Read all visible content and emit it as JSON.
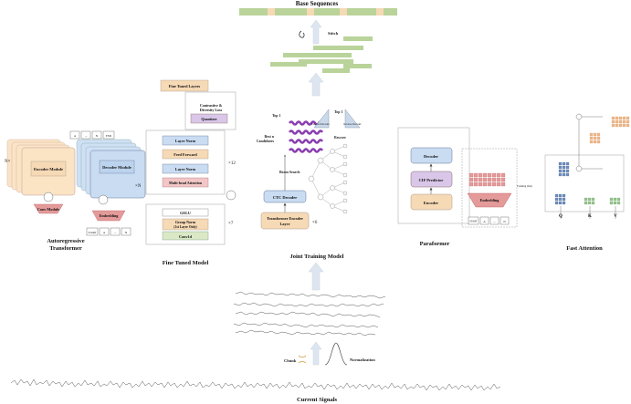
{
  "top": {
    "base_sequences": "Base Sequences",
    "stitch": "Stitch"
  },
  "autoregressive": {
    "title_line1": "Autoregressive",
    "title_line2": "Transformer",
    "encoder": "Encoder Module",
    "decoder": "Decoder Module",
    "conv": "Conv Module",
    "embedding": "Embedding",
    "nx_left": "N×",
    "nx_right": "×N",
    "token_dots": "...",
    "token_n": "N",
    "token_end": "END",
    "token_start": "START",
    "token_a": "A"
  },
  "fine_tuned": {
    "title": "Fine Tuned Model",
    "fine_tuned_layers": "Fine Tuned Layers",
    "contrastive": "Contrastive &",
    "diversity": "Diversity Loss",
    "quantizer": "Quantizer",
    "layer_norm_top": "Layer Norm",
    "feed_forward": "Feed Forward",
    "layer_norm_mid": "Layer Norm",
    "mha": "Multi-head Attention",
    "x12": "×12",
    "gelu": "GELU",
    "group_norm": "Group Norm",
    "group_norm_sub": "(1st Layer Only)",
    "conv1d": "Conv1d",
    "x7": "×7"
  },
  "joint": {
    "title": "Joint Training Model",
    "top_1_left": "Top 1",
    "top_1_right": "Top 1",
    "best_n": "Best n",
    "candidates": "Candidates",
    "rescore": "Rescore",
    "beam_search": "Beam Search",
    "ctc_decoder": "CTC Decoder",
    "transformer_encoder": "Transformer Encoder",
    "transformer_encoder_2": "Layer",
    "x6": "×6",
    "forward_decoder": "Forward Decoder",
    "reverse_decoder": "Reverse Decoder"
  },
  "paraformer": {
    "title": "Paraformer",
    "decoder": "Decoder",
    "cif": "CIF Predictor",
    "encoder": "Encoder",
    "embedding": "Embedding",
    "training_only": "Training Only",
    "tok_start": "START",
    "tok_a": "A",
    "tok_dots": "...",
    "tok_n": "N"
  },
  "fast_attention": {
    "title": "Fast Attention",
    "q": "Q",
    "k": "K",
    "v": "V"
  },
  "bottom": {
    "chunk": "Chunk",
    "normalization": "Normalization",
    "current_signals": "Current Signals"
  },
  "colors": {
    "green_bar": "#b9d39a",
    "peach_block": "#f6d9b5",
    "blue_block": "#c9dcf2",
    "pink_block": "#f2c6c6",
    "arrow": "#dde6f0",
    "purple_wave": "#8a3fb0",
    "red_embed": "#e59a9a",
    "grid_blue": "#6d8fc7",
    "grid_peach": "#f0b98a"
  }
}
